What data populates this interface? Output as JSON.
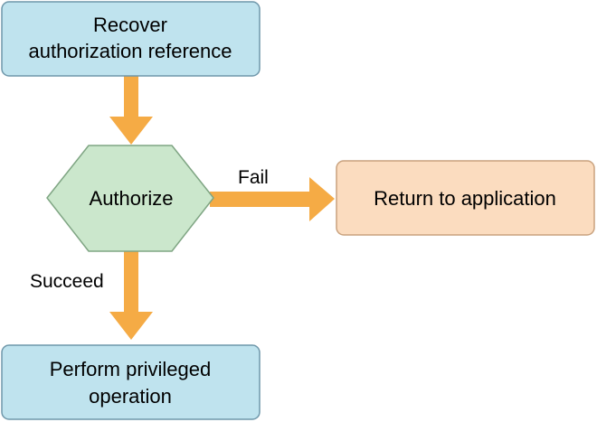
{
  "nodes": {
    "recover": {
      "line1": "Recover",
      "line2": "authorization reference"
    },
    "authorize": {
      "label": "Authorize"
    },
    "return": {
      "label": "Return to application"
    },
    "perform": {
      "line1": "Perform privileged",
      "line2": "operation"
    }
  },
  "edges": {
    "fail_label": "Fail",
    "succeed_label": "Succeed"
  },
  "colors": {
    "blue_fill": "#bfe3ee",
    "blue_stroke": "#6f97aa",
    "green_fill": "#cbe7cc",
    "green_stroke": "#7fa583",
    "orange_fill": "#fbdcbf",
    "orange_stroke": "#c9a27e",
    "arrow": "#f5ab45"
  }
}
